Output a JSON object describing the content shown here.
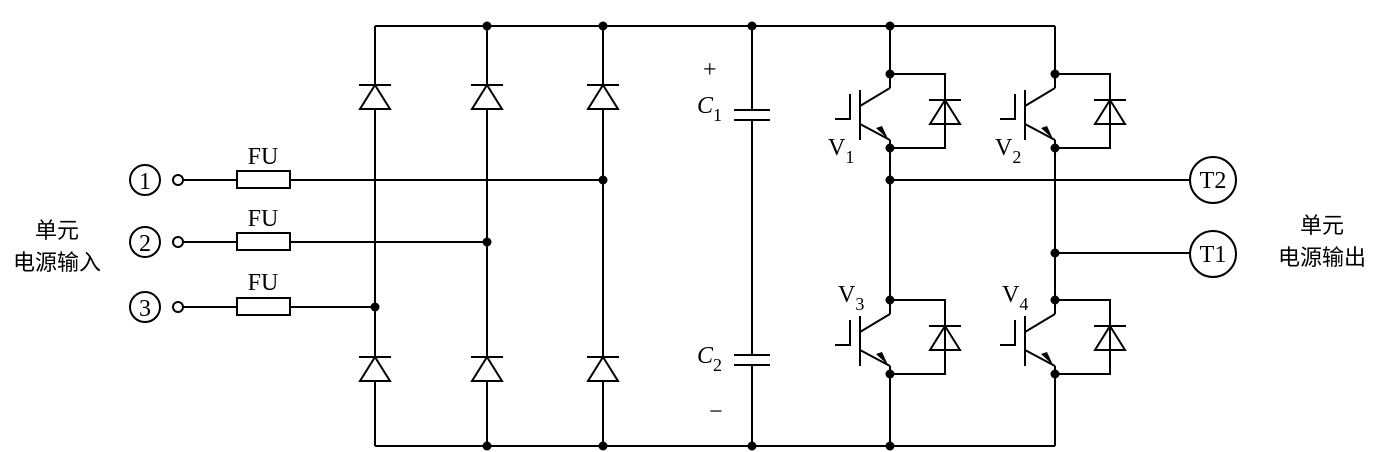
{
  "inputs": {
    "label_line1": "单元",
    "label_line2": "电源输入",
    "terminals": [
      "1",
      "2",
      "3"
    ],
    "fuse_label": "FU"
  },
  "outputs": {
    "label_line1": "单元",
    "label_line2": "电源输出",
    "T2": "T2",
    "T1": "T1"
  },
  "capacitors": {
    "c1": {
      "letter": "C",
      "sub": "1"
    },
    "c2": {
      "letter": "C",
      "sub": "2"
    },
    "plus": "+",
    "minus": "−"
  },
  "switches": [
    {
      "letter": "V",
      "sub": "1"
    },
    {
      "letter": "V",
      "sub": "2"
    },
    {
      "letter": "V",
      "sub": "3"
    },
    {
      "letter": "V",
      "sub": "4"
    }
  ]
}
